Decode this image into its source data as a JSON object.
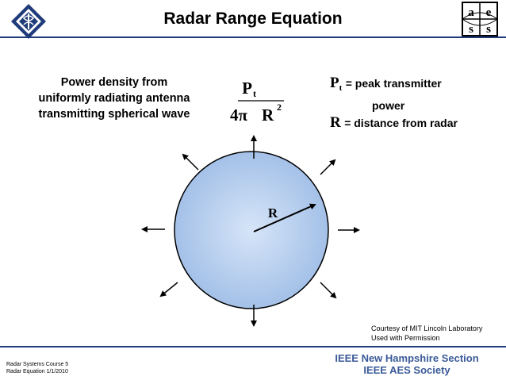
{
  "title": "Radar Range Equation",
  "description": {
    "lines": [
      "Power density from",
      "uniformly radiating antenna",
      "transmitting spherical wave"
    ]
  },
  "formula": {
    "numerator": "P",
    "numerator_subscript": "t",
    "denominator_prefix": "4π",
    "denominator_var": "R",
    "exponent": "2"
  },
  "legend": {
    "pt_symbol": "P",
    "pt_subscript": "t",
    "pt_text": "= peak transmitter",
    "pt_text_cont": "power",
    "r_symbol": "R",
    "r_text": "= distance from radar"
  },
  "sphere": {
    "radius_label": "R",
    "fill_color": "#bcd3f2",
    "edge_color": "#000000"
  },
  "credit": {
    "line1": "Courtesy of MIT Lincoln Laboratory",
    "line2": "Used with Permission"
  },
  "footer_left": {
    "line1": "Radar Systems Course   5",
    "line2": "Radar Equation  1/1/2010"
  },
  "footer_right": {
    "line1": "IEEE New Hampshire Section",
    "line2": "IEEE AES Society"
  },
  "logos": {
    "left_logo": "IEEE logo",
    "right_logo_letters": [
      "a",
      "e",
      "s",
      "s"
    ]
  },
  "colors": {
    "accent": "#1f3b7a",
    "footer_text": "#3a5a98"
  }
}
